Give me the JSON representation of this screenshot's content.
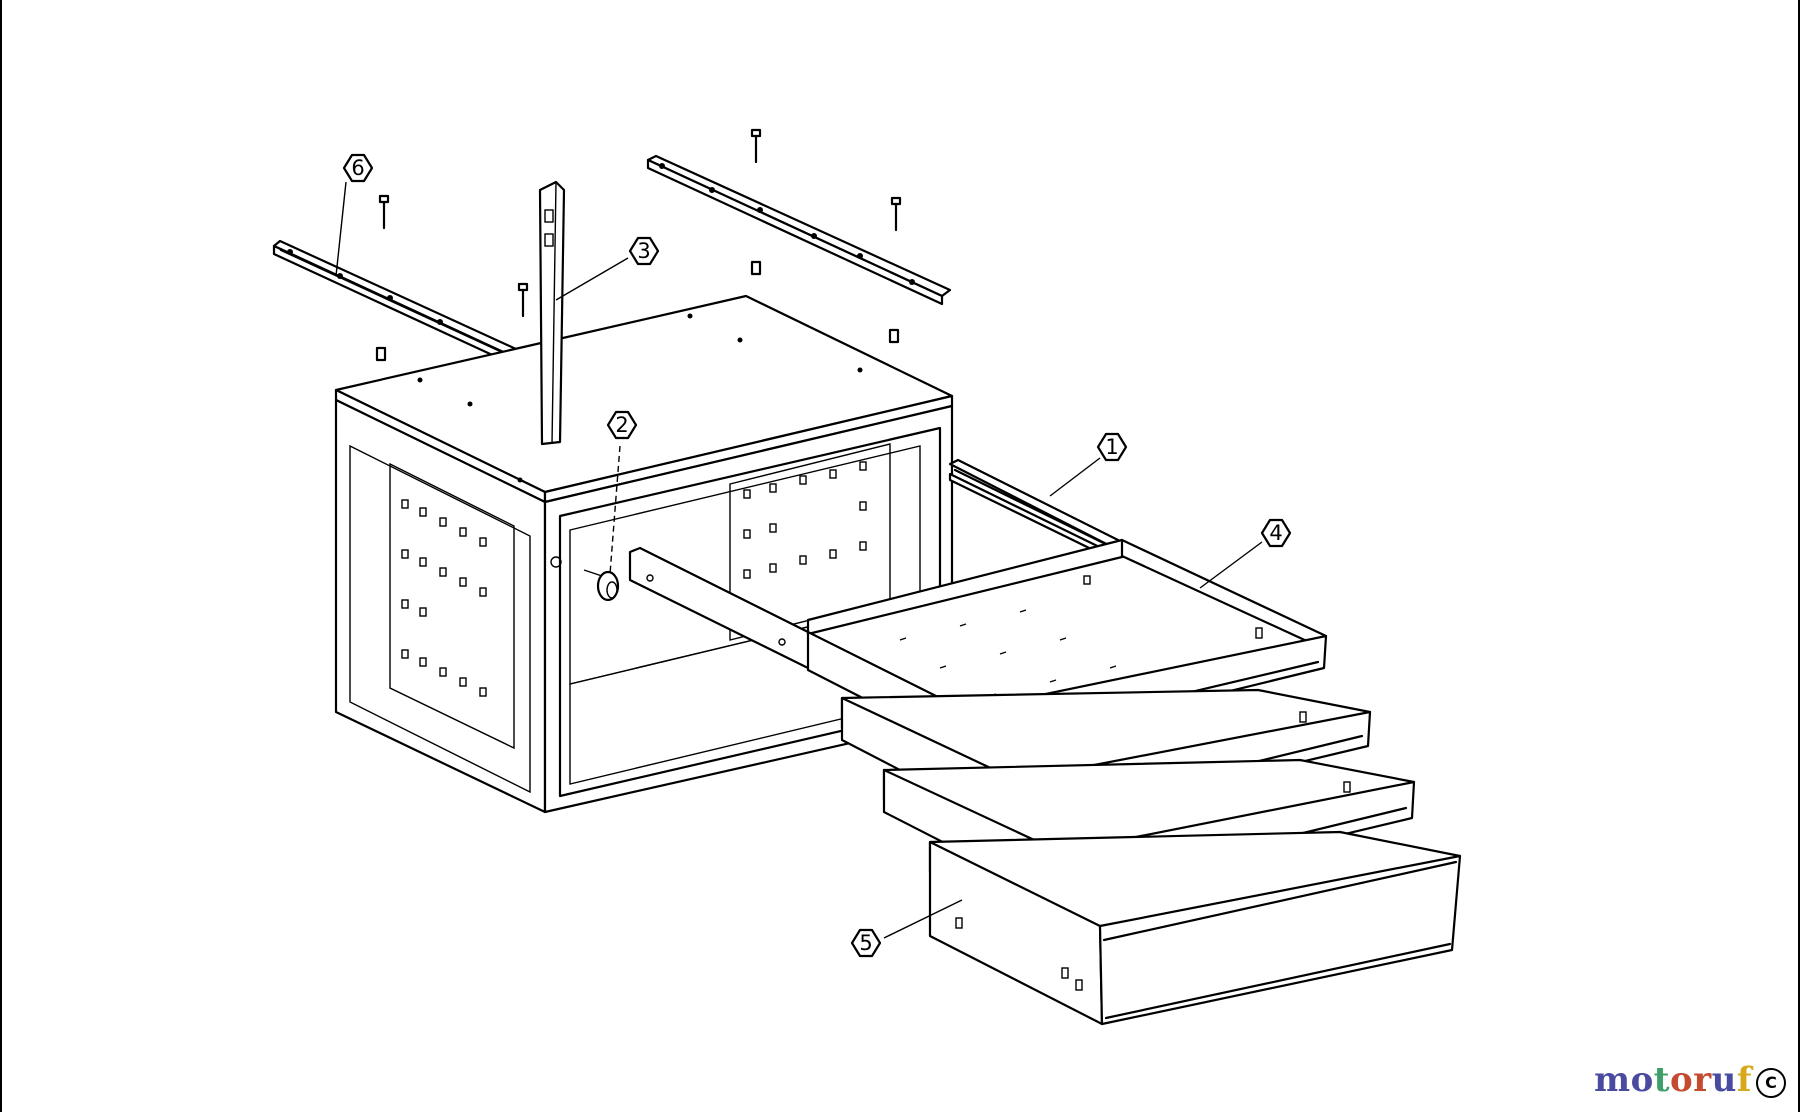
{
  "callouts": [
    {
      "id": "callout-1",
      "label": "1"
    },
    {
      "id": "callout-2",
      "label": "2"
    },
    {
      "id": "callout-3",
      "label": "3"
    },
    {
      "id": "callout-4",
      "label": "4"
    },
    {
      "id": "callout-5",
      "label": "5"
    },
    {
      "id": "callout-6",
      "label": "6"
    }
  ],
  "watermark": {
    "letters": [
      "m",
      "o",
      "t",
      "o",
      "r",
      "u",
      "f"
    ],
    "colors": [
      "#4a4aa0",
      "#4a4aa0",
      "#3f9f6a",
      "#c44a30",
      "#c44a30",
      "#4a4aa0",
      "#d8a81c"
    ]
  },
  "copyright_symbol": "C",
  "icons": {
    "copyright": "copyright-icon"
  }
}
